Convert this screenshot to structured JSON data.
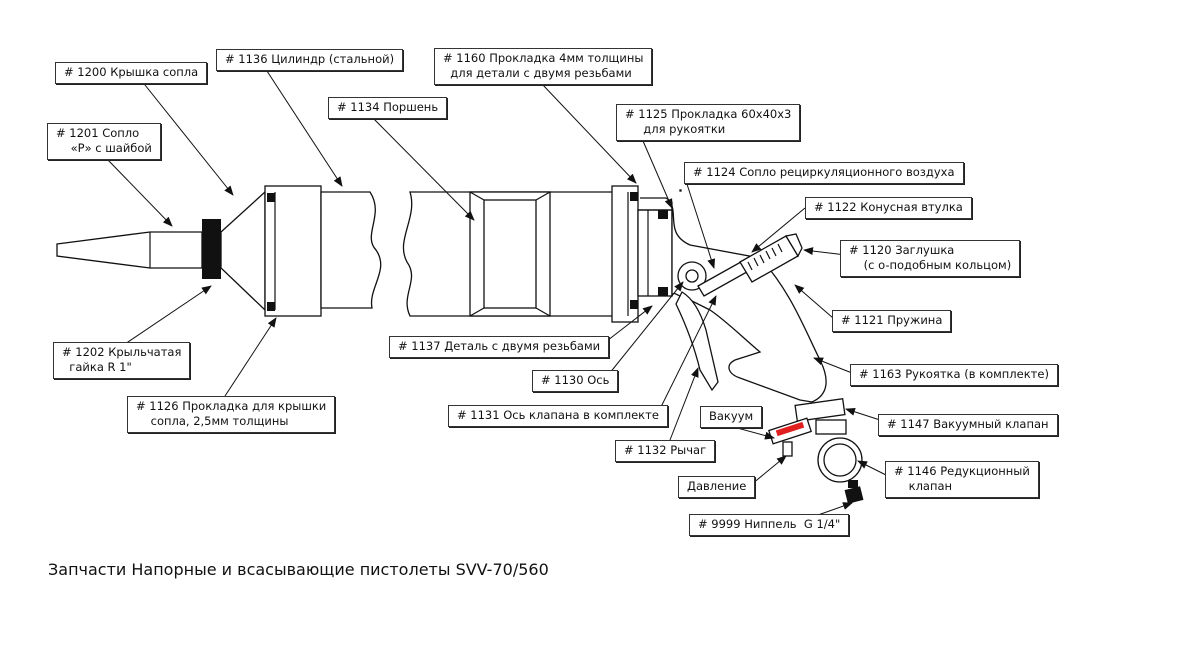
{
  "caption": "Запчасти Напорные и всасывающие пистолеты SVV-70/560",
  "labels": {
    "p1200": "# 1200 Крышка сопла",
    "p1136": "# 1136 Цилиндр (стальной)",
    "p1160": "# 1160 Прокладка 4мм толщины\n  для детали с двумя резьбами",
    "p1134": "# 1134 Поршень",
    "p1125": "# 1125 Прокладка 60x40x3\n     для рукоятки",
    "p1201": "# 1201 Сопло\n    «P» с шайбой",
    "p1124": "# 1124 Сопло рециркуляционного воздуха",
    "p1122": "# 1122 Конусная втулка",
    "p1120": "# 1120 Заглушка\n    (с o-подобным кольцом)",
    "p1121": "# 1121 Пружина",
    "p1202": "# 1202 Крыльчатая\n  гайка R 1\"",
    "p1137": "# 1137 Деталь с двумя резьбами",
    "p1130": "# 1130 Ось",
    "p1163": "# 1163 Рукоятка (в комплекте)",
    "p1126": "# 1126 Прокладка для крышки\n    сопла, 2,5мм толщины",
    "p1131": "# 1131 Ось клапана в комплекте",
    "p1147": "# 1147 Вакуумный клапан",
    "p1132": "# 1132 Рычаг",
    "p1146": "# 1146 Редукционный\n    клапан",
    "p9999": "# 9999 Ниппель  G 1/4\""
  },
  "vacuum": "Вакуум",
  "pressure": "Давление",
  "colors": {
    "line": "#111111",
    "valve_marker": "#e02020"
  }
}
